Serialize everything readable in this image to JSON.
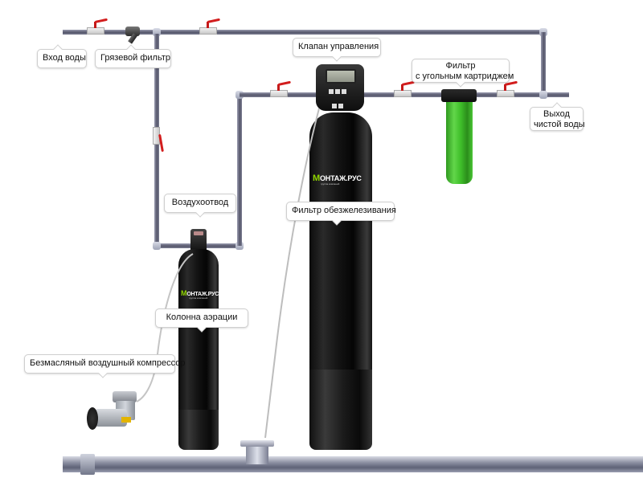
{
  "diagram": {
    "title": "Система обезжелезивания воды",
    "brand_logo": {
      "mark": "M",
      "text": "ОНТАЖ.РУС",
      "subtitle": "группа компаний",
      "accent_color": "#8fd400"
    },
    "labels": {
      "water_inlet": "Вход воды",
      "mud_filter": "Грязевой фильтр",
      "control_valve": "Клапан управления",
      "carbon_filter_line1": "Фильтр",
      "carbon_filter_line2": "с угольным картриджем",
      "clean_water_outlet_line1": "Выход",
      "clean_water_outlet_line2": "чистой воды",
      "air_vent": "Воздухоотвод",
      "iron_removal_filter": "Фильтр обезжелезивания",
      "aeration_column": "Колонна аэрации",
      "oil_free_compressor": "Безмасляный воздушный компрессор"
    },
    "colors": {
      "valve_handle": "#d21d1d",
      "pipe": "#5a5b6e",
      "tank": "#111111",
      "cartridge_housing": "#3fbf2a"
    }
  }
}
